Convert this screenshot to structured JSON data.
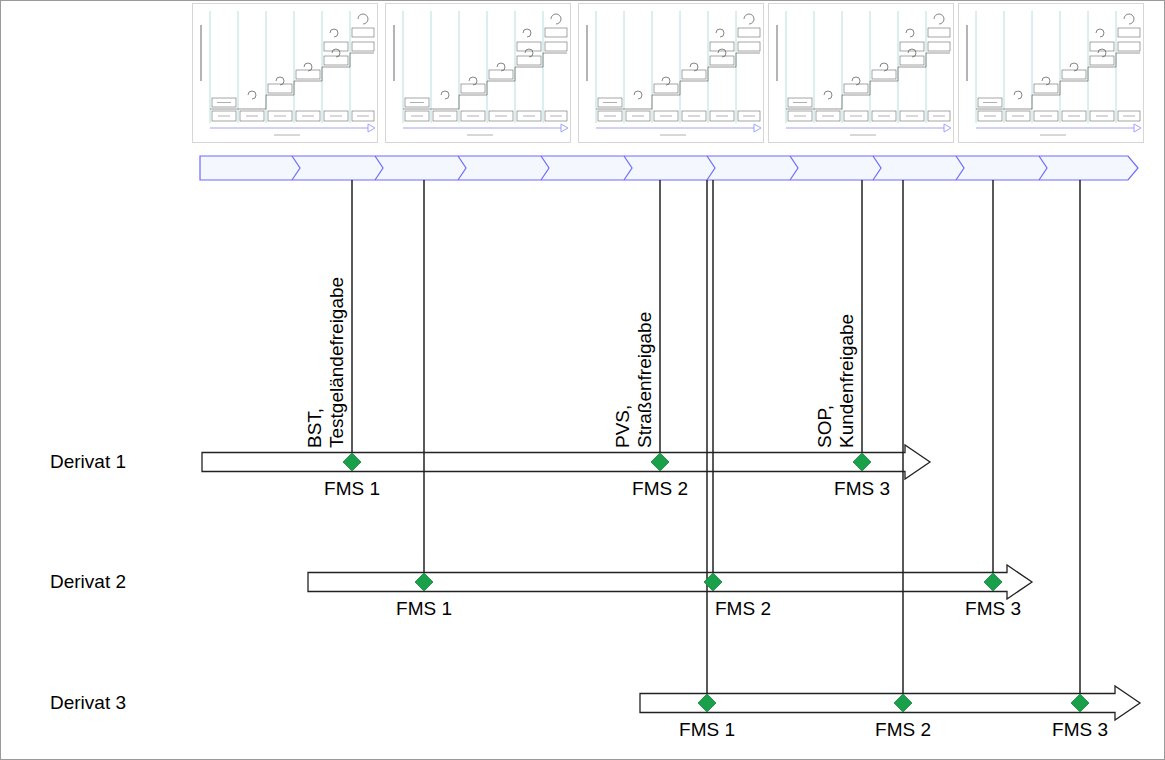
{
  "diagram": {
    "nodes": [
      {
        "text": [
          "Derivat 1"
        ]
      },
      {
        "text": [
          "FMS 1"
        ],
        "in": 0
      },
      {
        "text": [
          "FMS 2"
        ],
        "in": 0
      },
      {
        "text": [
          "FMS 3"
        ],
        "in": 0
      },
      {
        "text": [
          "Derivat 2"
        ]
      },
      {
        "text": [
          "FMS 1"
        ],
        "in": 4
      },
      {
        "text": [
          "FMS 2"
        ],
        "in": 4
      },
      {
        "text": [
          "FMS 3"
        ],
        "in": 4
      },
      {
        "text": [
          "Derivat 3"
        ]
      },
      {
        "text": [
          "FMS 1"
        ],
        "in": 8
      },
      {
        "text": [
          "FMS 2"
        ],
        "in": 8
      },
      {
        "text": [
          "FMS 3"
        ],
        "in": 8
      }
    ],
    "labels": [
      "BST, Testgeländefreigabe",
      "PVS, Straßenfreigabe",
      "SOP, Kundenfreigabe"
    ]
  }
}
